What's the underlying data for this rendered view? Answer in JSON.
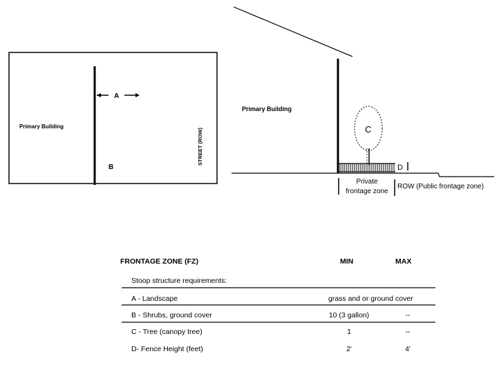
{
  "plan": {
    "building_label": "Primary Building",
    "dimension_a": "A",
    "label_b": "B",
    "street_label": "STREET (ROW)"
  },
  "section": {
    "building_label": "Primary Building",
    "tree_label": "C",
    "fence_label": "D",
    "private_zone_line1": "Private",
    "private_zone_line2": "frontage zone",
    "row_label": "ROW (Public frontage zone)"
  },
  "table": {
    "title": "FRONTAGE ZONE (FZ)",
    "col_min": "MIN",
    "col_max": "MAX",
    "subtitle": "Stoop structure requirements:",
    "rows": [
      {
        "label": "A - Landscape",
        "span": "grass and or ground cover"
      },
      {
        "label": "B - Shrubs, ground cover",
        "min": "10 (3 gallon)",
        "max": "--"
      },
      {
        "label": "C - Tree (canopy tree)",
        "min": "1",
        "max": "--"
      },
      {
        "label": "D- Fence Height (feet)",
        "min": "2'",
        "max": "4'"
      }
    ]
  }
}
